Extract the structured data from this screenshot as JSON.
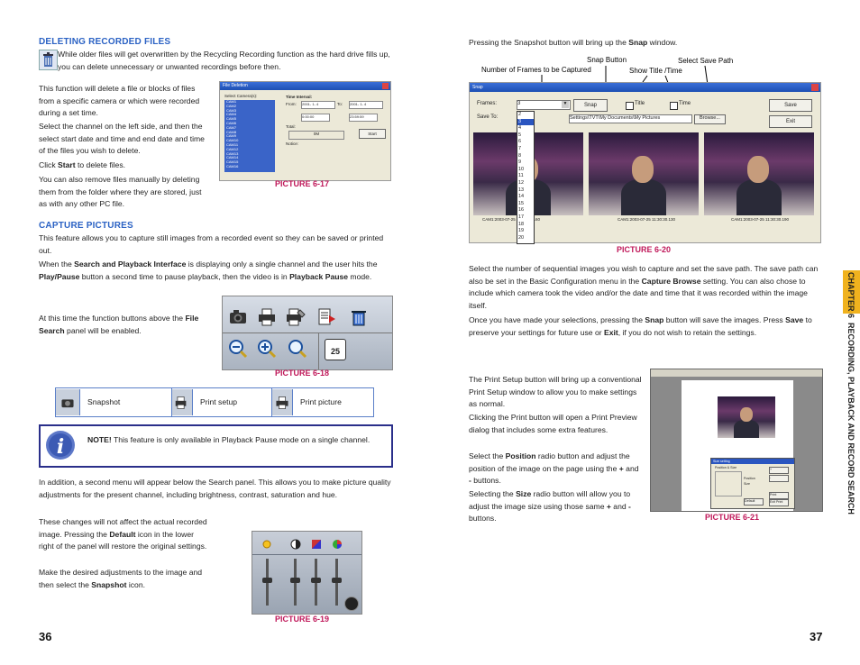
{
  "left": {
    "h_deleting": "DELETING RECORDED FILES",
    "p_delete_1": "While older files will get overwritten by the Recycling Recording function as the hard drive fills up, you can delete unnecessary or unwanted recordings before then.",
    "p_delete_2": "This function will delete a file or blocks of files from a specific camera or which were recorded during a set time.",
    "p_delete_3": "Select the channel on the left side, and then the select start date and time and end date and time of the files you wish to delete.",
    "p_delete_4a": "Click ",
    "p_delete_4b": "Start",
    "p_delete_4c": " to delete files.",
    "p_delete_5": "You can also remove files manually by deleting them from the folder where they are stored, just as with any other PC file.",
    "cap_17": "PICTURE 6-17",
    "fig17": {
      "title": "File Deletion",
      "select_camera": "Select Camera(s):",
      "cameras": [
        "CAM1",
        "CAM2",
        "CAM3",
        "CAM4",
        "CAM5",
        "CAM6",
        "CAM7",
        "CAM8",
        "CAM9",
        "CAM10",
        "CAM11",
        "CAM12",
        "CAM13",
        "CAM14",
        "CAM15",
        "CAM16"
      ],
      "time_interval": "Time Interval:",
      "from": "From:",
      "to": "To:",
      "from_date": "2001- 1- 4",
      "to_date": "2001- 1- 4",
      "from_time": "0:00:00",
      "to_time": "23:59:59",
      "total": "Total:",
      "total_val": "0M",
      "start": "Start",
      "notice": "Notice:"
    },
    "h_capture": "CAPTURE PICTURES",
    "p_cap_1": "This feature allows you to capture still images from a recorded event so they can be saved or printed out.",
    "p_cap_2a": "When the ",
    "p_cap_2b": "Search and Playback Interface",
    "p_cap_2c": " is displaying only a single channel and the user hits the ",
    "p_cap_2d": "Play/Pause",
    "p_cap_2e": " button a second time to pause playback, then the video is in ",
    "p_cap_2f": "Playback Pause",
    "p_cap_2g": " mode.",
    "p_cap_3a": "At this time the function buttons above the ",
    "p_cap_3b": "File Search",
    "p_cap_3c": " panel will be enabled.",
    "cap_18": "PICTURE 6-18",
    "fig18_date": "25",
    "table": [
      {
        "icon": "camera-icon",
        "label": "Snapshot"
      },
      {
        "icon": "print-setup-icon",
        "label": "Print setup"
      },
      {
        "icon": "printer-icon",
        "label": "Print picture"
      }
    ],
    "note_label": "NOTE!",
    "note_text": " This feature is only available in Playback Pause mode on a single channel.",
    "p_adj_1": "In addition, a second menu will appear below the Search panel. This allows you to make picture quality adjustments for the present channel, including brightness, contrast, saturation and hue.",
    "p_adj_2a": "These changes will not affect the actual recorded image. Pressing the ",
    "p_adj_2b": "Default",
    "p_adj_2c": " icon in the lower right of the panel will restore the original settings.",
    "p_adj_3a": "Make the desired adjustments to the image and then select the ",
    "p_adj_3b": "Snapshot",
    "p_adj_3c": " icon.",
    "cap_19": "PICTURE 6-19",
    "page_num": "36"
  },
  "right": {
    "p_snap_a": "Pressing the Snapshot button will bring up the ",
    "p_snap_b": "Snap",
    "p_snap_c": " window.",
    "callouts": {
      "snap_button": "Snap Button",
      "select_save_path": "Select Save Path",
      "num_frames": "Number of Frames to be Captured",
      "show_title": "Show Title /Time"
    },
    "fig20": {
      "title": "Snap",
      "frames_label": "Frames:",
      "frames_value": "3",
      "save_to": "Save To:",
      "path": "Settings\\TVT\\My Documents\\My Pictures",
      "browse": "Browse...",
      "snap_btn": "Snap",
      "title_chk": "Title",
      "time_chk": "Time",
      "save_btn": "Save",
      "exit_btn": "Exit",
      "list": [
        "2",
        "3",
        "4",
        "5",
        "6",
        "7",
        "8",
        "9",
        "10",
        "11",
        "12",
        "13",
        "14",
        "15",
        "16",
        "17",
        "18",
        "19",
        "20"
      ],
      "frame_caption_1": "CAM1:2003-07-25 11:30:30.160",
      "frame_caption_2": "CAM1:2003-07-25 11:30:30.130",
      "frame_caption_3": "CAM1:2003-07-25 11:30:30.190"
    },
    "cap_20": "PICTURE 6-20",
    "p_sel_a": "Select the number of sequential images you wish to capture and set the save path. The save path can also be set in the Basic Configuration menu in the ",
    "p_sel_b": "Capture Browse",
    "p_sel_c": " setting. You can also chose to include which camera took the video and/or the date and time that it was recorded within the image itself.",
    "p_once_a": "Once you have made your selections, pressing the ",
    "p_once_b": "Snap",
    "p_once_c": " button will save the images. Press ",
    "p_once_d": "Save",
    "p_once_e": " to preserve your settings for future use or ",
    "p_once_f": "Exit",
    "p_once_g": ", if you do not wish to retain the settings.",
    "p_print_1": "The Print Setup button will bring up a conventional Print Setup window to allow you to make settings as normal.",
    "p_print_2": "Clicking the Print button will open a Print Preview dialog that includes some extra features.",
    "p_print_3a": "Select the ",
    "p_print_3b": "Position",
    "p_print_3c": " radio button and adjust the position of the image on the page using the ",
    "p_print_3d": "+",
    "p_print_3e": " and ",
    "p_print_3f": "-",
    "p_print_3g": " buttons.",
    "p_print_4a": "Selecting the ",
    "p_print_4b": "Size",
    "p_print_4c": " radio button will allow you to adjust the image size using those same ",
    "p_print_4d": "+",
    "p_print_4e": " and ",
    "p_print_4f": "-",
    "p_print_4g": " buttons.",
    "cap_21": "PICTURE 6-21",
    "fig21": {
      "dialog_title": "Size setting",
      "group": "Position & Size",
      "position": "Position",
      "size": "Size",
      "default": "Default",
      "print": "Print",
      "exit_print": "Exit Print"
    },
    "page_num": "37",
    "side_chapter": "CHAPTER 6",
    "side_title": "RECORDING, PLAYBACK AND RECORD SEARCH"
  },
  "colors": {
    "heading": "#2b62c4",
    "caption": "#c0185a",
    "sidebar": "#f0b21e"
  }
}
